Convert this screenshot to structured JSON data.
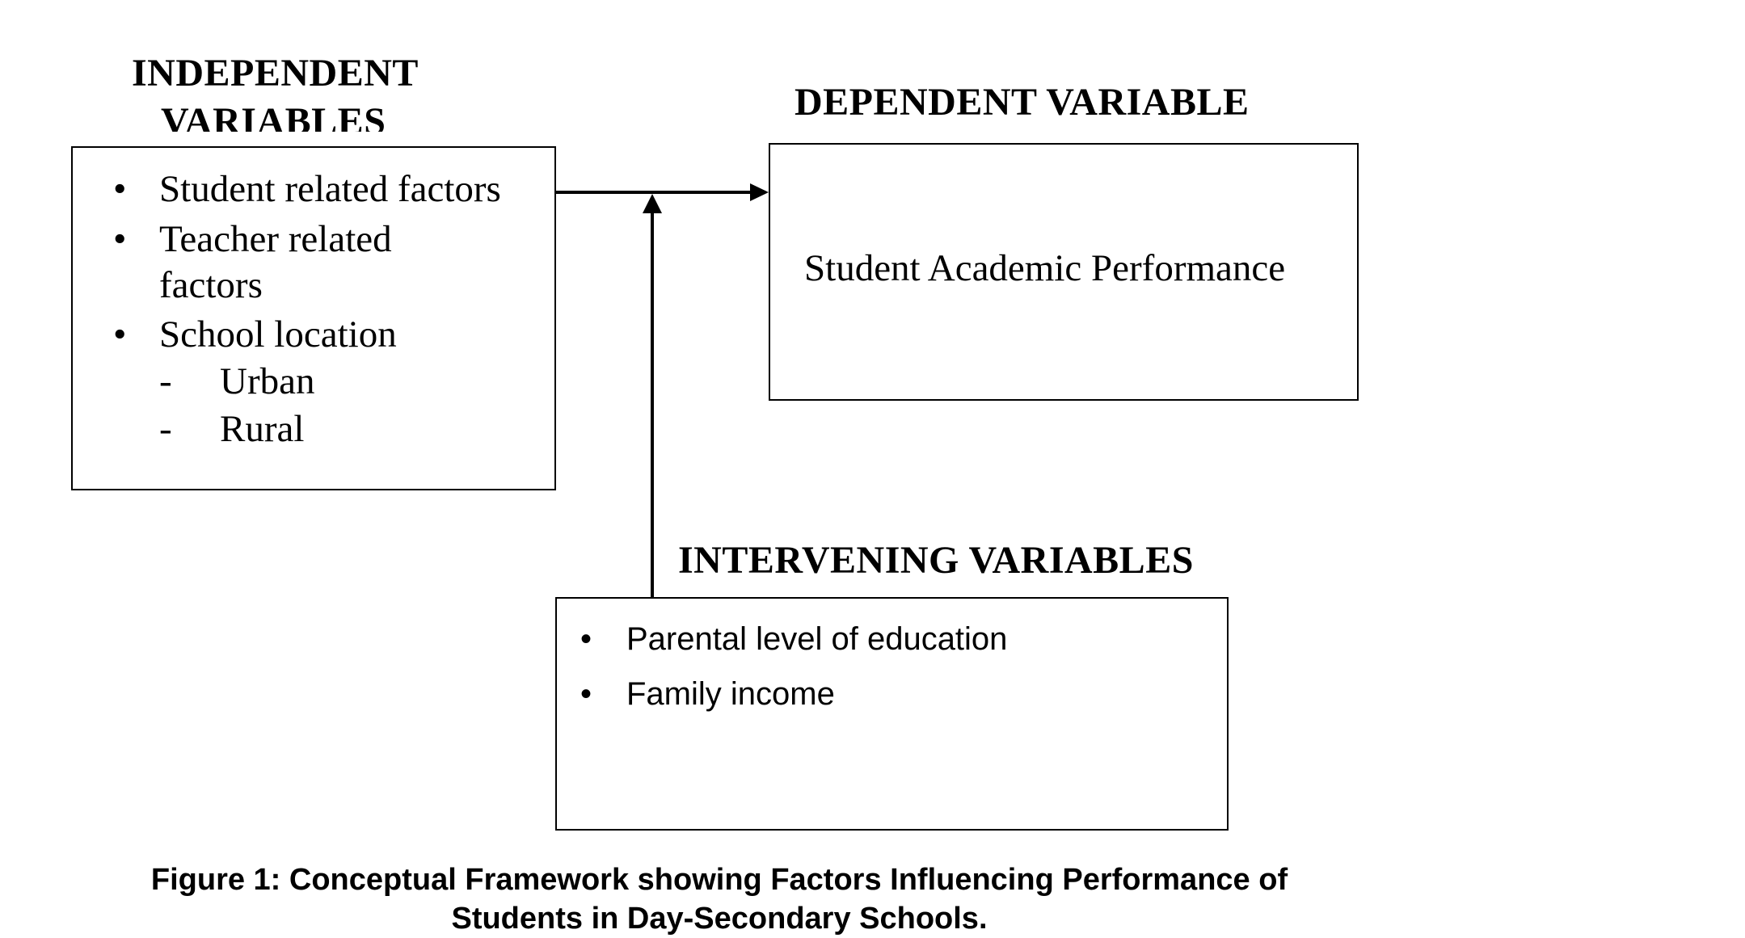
{
  "independent": {
    "title_line1": "INDEPENDENT",
    "title_line2": "VARIABLES",
    "items": [
      {
        "bullet": "•",
        "text": "Student related factors"
      },
      {
        "bullet": "•",
        "text": "Teacher related"
      },
      {
        "bullet": "",
        "text": "factors"
      },
      {
        "bullet": "•",
        "text": "School location"
      }
    ],
    "subitems": [
      {
        "dash": "-",
        "text": "Urban"
      },
      {
        "dash": "-",
        "text": "Rural"
      }
    ]
  },
  "dependent": {
    "title": "DEPENDENT VARIABLE",
    "text": "Student Academic Performance"
  },
  "intervening": {
    "title": "INTERVENING VARIABLES",
    "items": [
      {
        "bullet": "•",
        "text": "Parental level of education"
      },
      {
        "bullet": "•",
        "text": "Family income"
      }
    ]
  },
  "caption": {
    "line1": "Figure 1: Conceptual Framework showing Factors Influencing Performance of",
    "line2": "Students in Day-Secondary Schools."
  }
}
